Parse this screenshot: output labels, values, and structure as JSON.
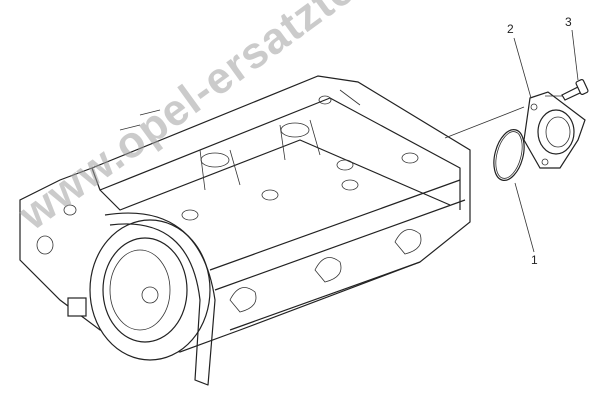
{
  "diagram": {
    "callouts": [
      {
        "label": "1",
        "part": "ring-seal"
      },
      {
        "label": "2",
        "part": "cover"
      },
      {
        "label": "3",
        "part": "bolt"
      }
    ],
    "watermark": "www.opel-ersatzteile.de"
  }
}
